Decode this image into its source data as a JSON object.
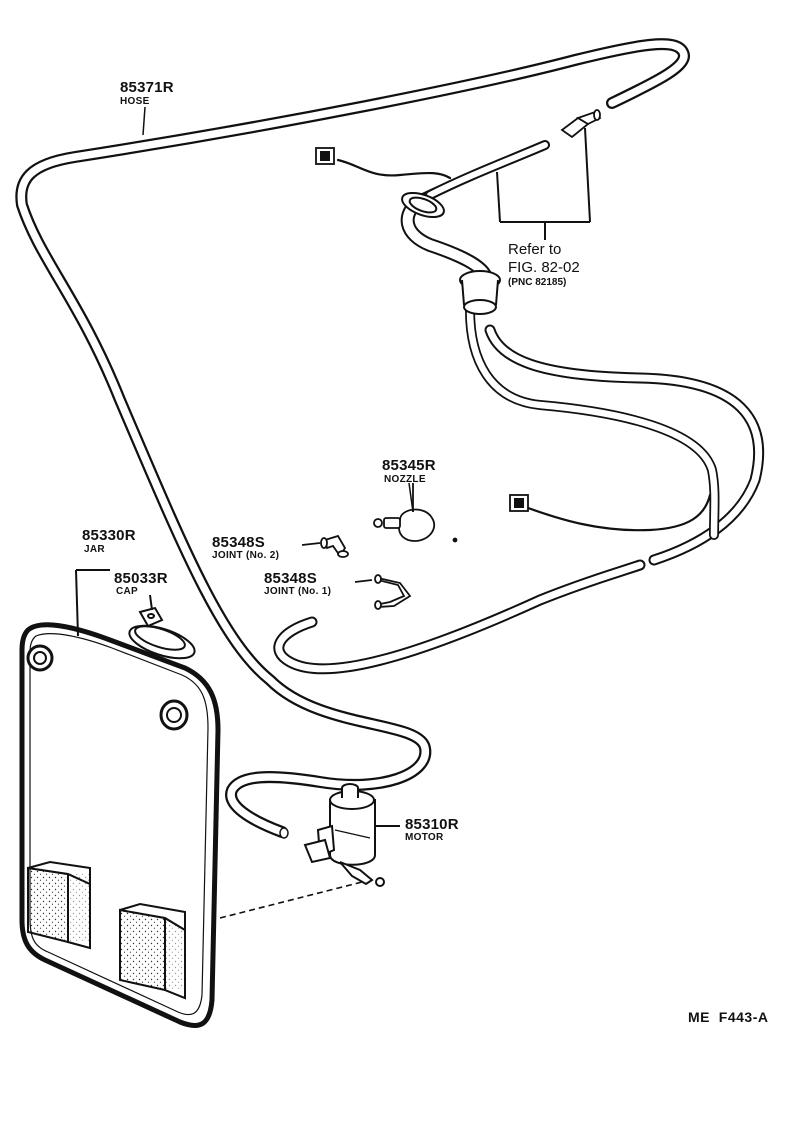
{
  "parts": {
    "hose": {
      "pn": "85371R",
      "name": "HOSE"
    },
    "nozzle": {
      "pn": "85345R",
      "name": "NOZZLE"
    },
    "joint2": {
      "pn": "85348S",
      "name": "JOINT (No. 2)"
    },
    "joint1": {
      "pn": "85348S",
      "name": "JOINT (No. 1)"
    },
    "jar": {
      "pn": "85330R",
      "name": "JAR"
    },
    "cap": {
      "pn": "85033R",
      "name": "CAP"
    },
    "motor": {
      "pn": "85310R",
      "name": "MOTOR"
    }
  },
  "reference": {
    "line1": "Refer to",
    "line2": "FIG. 82-02",
    "line3": "(PNC 82185)"
  },
  "figure_code": "ME  F443-A"
}
